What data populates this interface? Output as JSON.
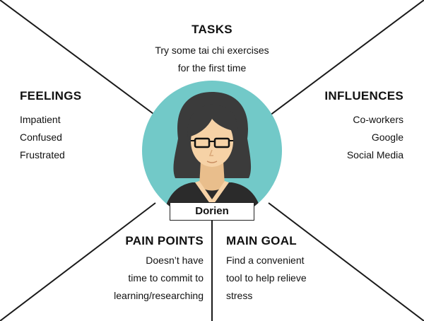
{
  "persona": {
    "name": "Dorien"
  },
  "tasks": {
    "heading": "TASKS",
    "lines": [
      "Try some tai chi exercises",
      "for the first time"
    ]
  },
  "feelings": {
    "heading": "FEELINGS",
    "items": [
      "Impatient",
      "Confused",
      "Frustrated"
    ]
  },
  "influences": {
    "heading": "INFLUENCES",
    "items": [
      "Co-workers",
      "Google",
      "Social Media"
    ]
  },
  "pain_points": {
    "heading": "PAIN POINTS",
    "lines": [
      "Doesn’t have",
      "time to commit to",
      "learning/researching"
    ]
  },
  "main_goal": {
    "heading": "MAIN GOAL",
    "lines": [
      "Find a convenient",
      "tool to help relieve",
      "stress"
    ]
  },
  "colors": {
    "avatar_circle": "#72c9c8",
    "skin": "#f6d2a6",
    "hair": "#3b3b3b",
    "shirt": "#2b2b2b",
    "line": "#1a1a1a"
  }
}
